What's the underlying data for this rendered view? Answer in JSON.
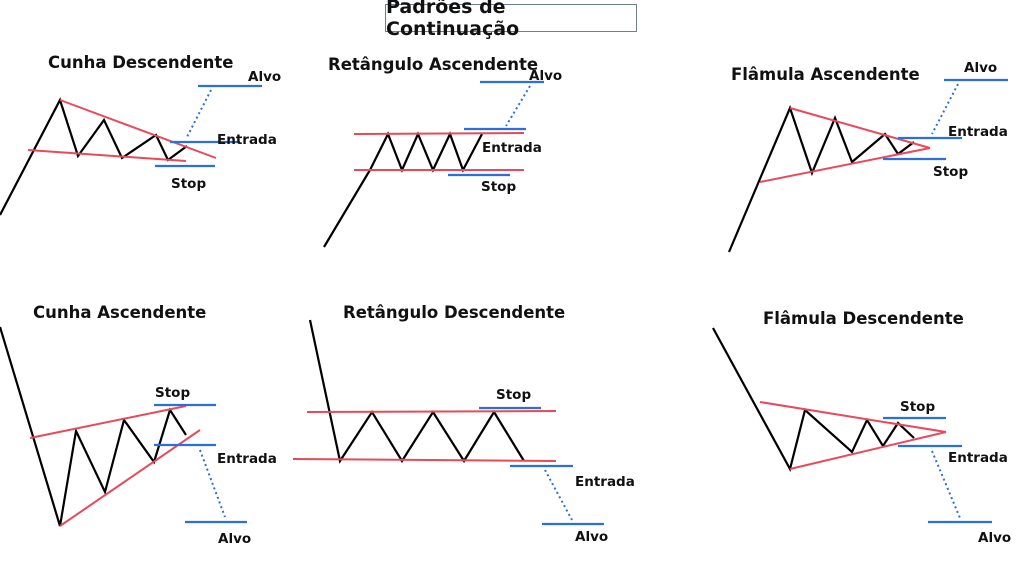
{
  "title": "Padrões de Continuação",
  "labels": {
    "target": "Alvo",
    "entry": "Entrada",
    "stop": "Stop"
  },
  "colors": {
    "price": "#000000",
    "trendline": "#e8495b",
    "level": "#2a6fdb"
  },
  "patterns": [
    {
      "name": "Cunha Descendente"
    },
    {
      "name": "Retângulo Ascendente"
    },
    {
      "name": "Flâmula Ascendente"
    },
    {
      "name": "Cunha Ascendente"
    },
    {
      "name": "Retângulo Descendente"
    },
    {
      "name": "Flâmula Descendente"
    }
  ]
}
